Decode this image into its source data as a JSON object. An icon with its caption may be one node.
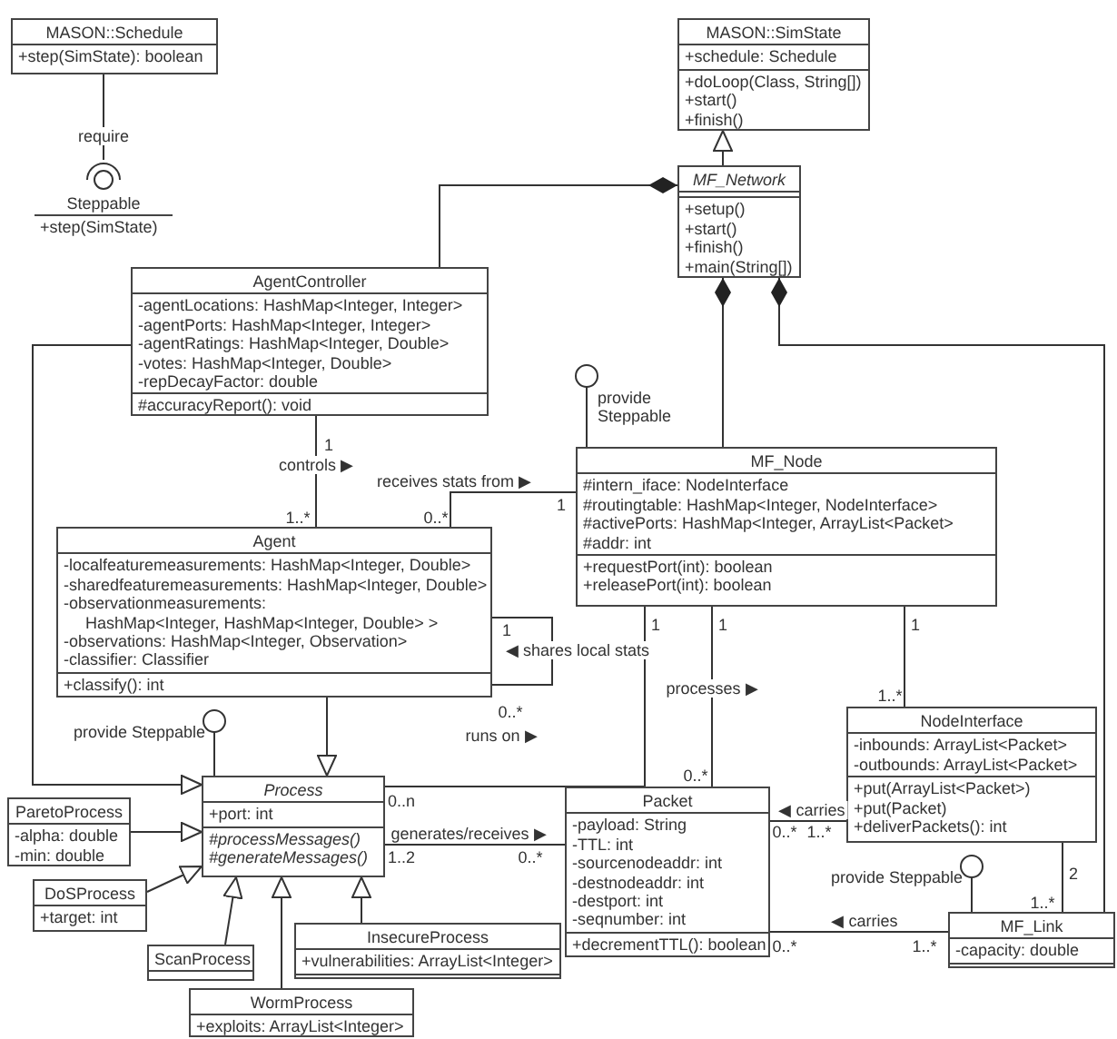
{
  "diagram": {
    "nodes": [
      {
        "text": [
          "MASON::Schedule",
          "+step(SimState): boolean"
        ]
      },
      {
        "text": [
          "Steppable",
          "+step(SimState)"
        ]
      },
      {
        "text": [
          "MASON::SimState",
          "+schedule: Schedule",
          "+doLoop(Class, String[])",
          "+start()",
          "+finish()"
        ]
      },
      {
        "text": [
          "MF_Network",
          "+setup()",
          "+start()",
          "+finish()",
          "+main(String[])"
        ]
      },
      {
        "text": [
          "AgentController",
          "-agentLocations: HashMap<Integer, Integer>",
          "-agentPorts: HashMap<Integer, Integer>",
          "-agentRatings: HashMap<Integer, Double>",
          "-votes: HashMap<Integer, Double>",
          "-repDecayFactor: double",
          "#accuracyReport(): void"
        ]
      },
      {
        "text": [
          "MF_Node",
          "#intern_iface: NodeInterface",
          "#routingtable: HashMap<Integer, NodeInterface>",
          "#activePorts: HashMap<Integer, ArrayList<Packet>",
          "#addr: int",
          "+requestPort(int): boolean",
          "+releasePort(int): boolean"
        ]
      },
      {
        "text": [
          "Agent",
          "-localfeaturemeasurements: HashMap<Integer, Double>",
          "-sharedfeaturemeasurements: HashMap<Integer, Double>",
          "-observationmeasurements:",
          "HashMap<Integer, HashMap<Integer, Double> >",
          "-observations: HashMap<Integer, Observation>",
          "-classifier: Classifier",
          "+classify(): int"
        ]
      },
      {
        "text": [
          "Process",
          "+port: int",
          "#processMessages()",
          "#generateMessages()"
        ]
      },
      {
        "text": [
          "ParetoProcess",
          "-alpha: double",
          "-min: double"
        ]
      },
      {
        "text": [
          "DoSProcess",
          "+target: int"
        ]
      },
      {
        "text": [
          "ScanProcess"
        ]
      },
      {
        "text": [
          "InsecureProcess",
          "+vulnerabilities: ArrayList<Integer>"
        ]
      },
      {
        "text": [
          "WormProcess",
          "+exploits: ArrayList<Integer>"
        ]
      },
      {
        "text": [
          "Packet",
          "-payload: String",
          "-TTL: int",
          "-sourcenodeaddr: int",
          "-destnodeaddr: int",
          "-destport: int",
          "-seqnumber: int",
          "+decrementTTL(): boolean"
        ]
      },
      {
        "text": [
          "NodeInterface",
          "-inbounds: ArrayList<Packet>",
          "-outbounds: ArrayList<Packet>",
          "+put(ArrayList<Packet>)",
          "+put(Packet)",
          "+deliverPackets(): int"
        ]
      },
      {
        "text": [
          "MF_Link",
          "-capacity: double"
        ]
      },
      {
        "text": [
          "provide Steppable"
        ]
      },
      {
        "text": [
          "provide Steppable"
        ]
      },
      {
        "text": [
          "provide Steppable"
        ]
      }
    ],
    "edges": [
      {
        "from": 0,
        "to": 1,
        "arrow": "none",
        "label": "require"
      },
      {
        "from": 3,
        "to": 2,
        "arrow": "to"
      },
      {
        "from": 4,
        "to": 3,
        "arrow": "other"
      },
      {
        "from": 5,
        "to": 3,
        "arrow": "other"
      },
      {
        "from": 15,
        "to": 3,
        "arrow": "other"
      },
      {
        "from": 4,
        "to": 6,
        "arrow": "none",
        "label": "controls ▶"
      },
      {
        "from": 5,
        "to": 6,
        "arrow": "none",
        "label": "receives stats from ▶"
      },
      {
        "from": 6,
        "to": 6,
        "arrow": "none",
        "label": "◀ shares local stats"
      },
      {
        "from": 6,
        "to": 7,
        "arrow": "to"
      },
      {
        "from": 4,
        "to": 7,
        "arrow": "to"
      },
      {
        "from": 8,
        "to": 7,
        "arrow": "to"
      },
      {
        "from": 9,
        "to": 7,
        "arrow": "to"
      },
      {
        "from": 10,
        "to": 7,
        "arrow": "to"
      },
      {
        "from": 12,
        "to": 7,
        "arrow": "to"
      },
      {
        "from": 11,
        "to": 7,
        "arrow": "to"
      },
      {
        "from": 7,
        "to": 5,
        "arrow": "none",
        "label": "runs on ▶"
      },
      {
        "from": 7,
        "to": 13,
        "arrow": "none",
        "label": "generates/receives ▶"
      },
      {
        "from": 5,
        "to": 13,
        "arrow": "none",
        "label": "processes ▶"
      },
      {
        "from": 5,
        "to": 14,
        "arrow": "none"
      },
      {
        "from": 14,
        "to": 13,
        "arrow": "none",
        "label": "◀ carries"
      },
      {
        "from": 15,
        "to": 13,
        "arrow": "none",
        "label": "◀ carries"
      },
      {
        "from": 14,
        "to": 15,
        "arrow": "none"
      },
      {
        "from": 16,
        "to": 5,
        "arrow": "none"
      },
      {
        "from": 17,
        "to": 7,
        "arrow": "none"
      },
      {
        "from": 18,
        "to": 15,
        "arrow": "none"
      }
    ],
    "labels": [
      "1",
      "1",
      "1..*",
      "0..*",
      "1",
      "1",
      "1",
      "1",
      "0..*",
      "1..*",
      "0..*",
      "0..n",
      "0..*",
      "1..*",
      "1..2",
      "0..*",
      "2",
      "1..*",
      "0..*",
      "1..*"
    ]
  }
}
